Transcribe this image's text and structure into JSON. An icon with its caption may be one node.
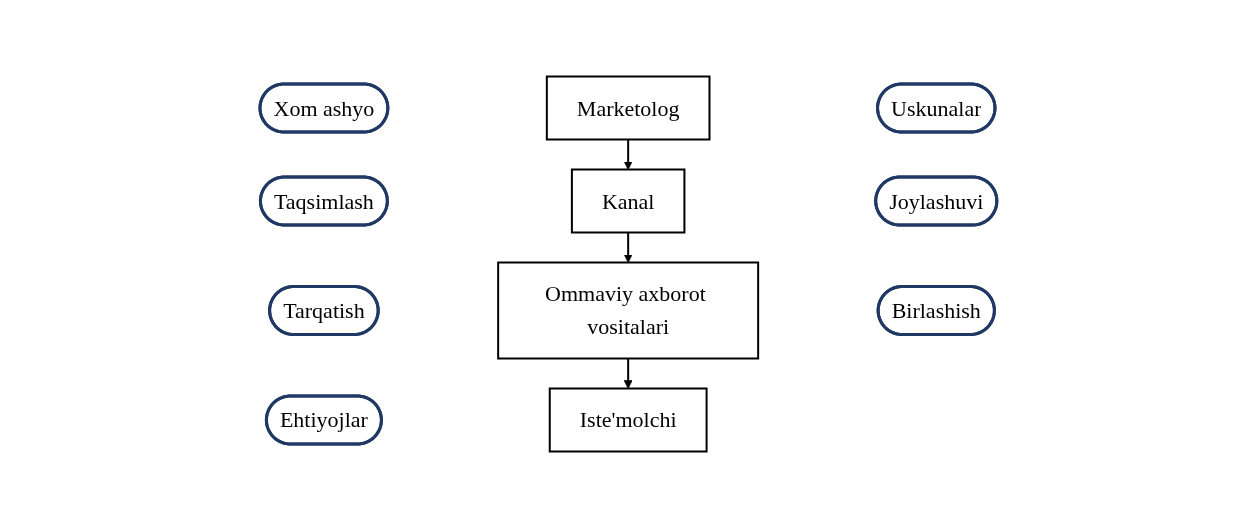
{
  "diagram": {
    "nodes": [
      {
        "text": [
          "Xom ashyo"
        ]
      },
      {
        "text": [
          "Taqsimlash"
        ]
      },
      {
        "text": [
          "Tarqatish"
        ]
      },
      {
        "text": [
          "Ehtiyojlar"
        ]
      },
      {
        "text": [
          "Marketolog"
        ]
      },
      {
        "text": [
          "Kanal"
        ]
      },
      {
        "text": [
          "Ommaviy axborot vositalari"
        ]
      },
      {
        "text": [
          "Iste'molchi"
        ]
      },
      {
        "text": [
          "Uskunalar"
        ]
      },
      {
        "text": [
          "Joylashuvi"
        ]
      },
      {
        "text": [
          "Birlashish"
        ]
      }
    ],
    "edges": [
      {
        "from": 4,
        "to": 5,
        "arrow": "to"
      },
      {
        "from": 5,
        "to": 6,
        "arrow": "to"
      },
      {
        "from": 6,
        "to": 7,
        "arrow": "to"
      }
    ]
  }
}
